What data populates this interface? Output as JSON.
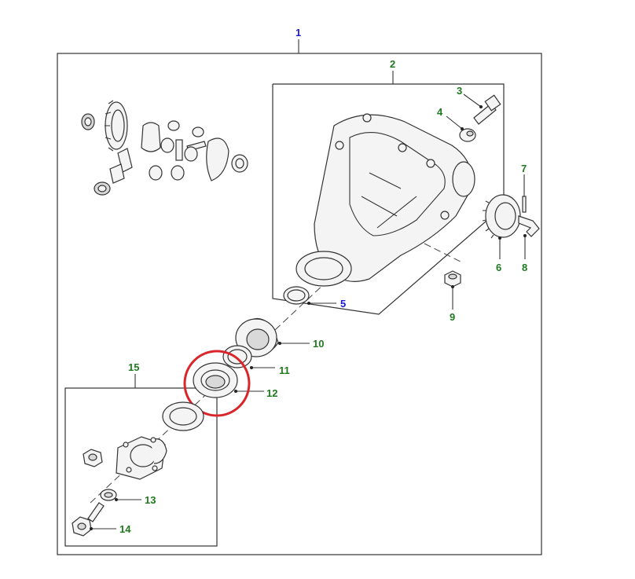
{
  "colors": {
    "label_blue": "#1a1ad6",
    "label_green": "#1f7a1f",
    "highlight_red": "#d9262b",
    "line": "#333333"
  },
  "callouts": {
    "c1": "1",
    "c2": "2",
    "c3": "3",
    "c4": "4",
    "c5": "5",
    "c6": "6",
    "c7": "7",
    "c8": "8",
    "c9": "9",
    "c10": "10",
    "c11": "11",
    "c12": "12",
    "c13": "13",
    "c14": "14",
    "c15": "15"
  },
  "highlighted_part": "12"
}
